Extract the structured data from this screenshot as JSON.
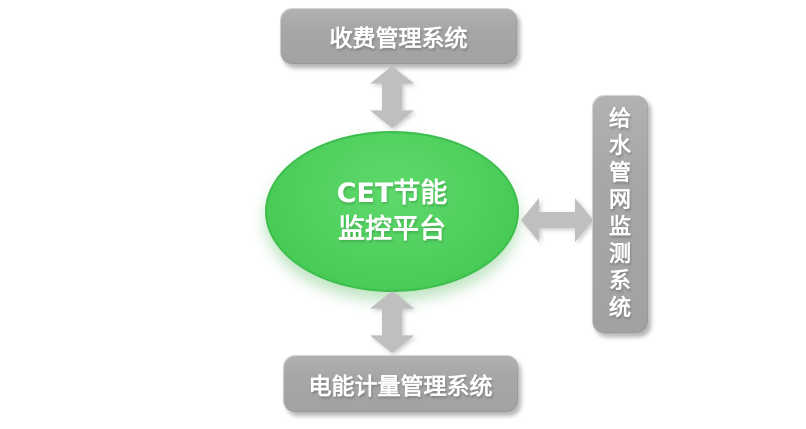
{
  "colors": {
    "background": "#FFFFFF",
    "node_fill": "#A7A7A7",
    "node_text": "#FFFFFF",
    "arrow_fill": "#BFBFBF",
    "center_fill": "#4ECF5C",
    "center_fill_highlight": "#5FD96C",
    "center_border": "#3CBD4C",
    "center_text": "#FFFFFF"
  },
  "center_node": {
    "line1": "CET节能",
    "line2": "监控平台"
  },
  "nodes": {
    "top": {
      "label": "收费管理系统"
    },
    "right": {
      "label": "给水管网监测系统",
      "orientation": "vertical"
    },
    "bottom": {
      "label": "电能计量管理系统"
    }
  },
  "arrows": [
    {
      "position": "top",
      "type": "bidirectional",
      "direction": "vertical"
    },
    {
      "position": "right",
      "type": "bidirectional",
      "direction": "horizontal"
    },
    {
      "position": "bottom",
      "type": "bidirectional",
      "direction": "vertical"
    }
  ]
}
